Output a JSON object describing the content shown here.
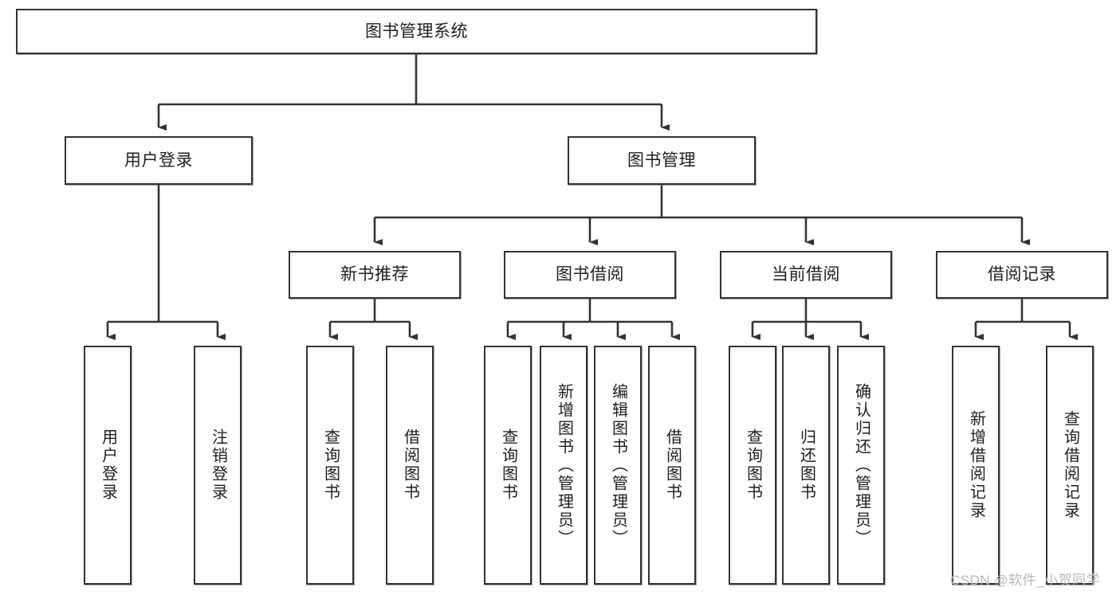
{
  "diagram": {
    "type": "tree-hierarchy-flowchart",
    "title": "图书管理系统",
    "orientation": "top-down",
    "colors": {
      "box_border": "#333333",
      "box_fill": "#ffffff",
      "connector": "#333333",
      "text": "#1f1f1f",
      "watermark": "#b9b9b9"
    },
    "root": {
      "label": "图书管理系统",
      "orientation": "horizontal"
    },
    "level2": [
      {
        "label": "用户登录",
        "orientation": "horizontal"
      },
      {
        "label": "图书管理",
        "orientation": "horizontal"
      }
    ],
    "level3": [
      {
        "label": "新书推荐",
        "orientation": "horizontal"
      },
      {
        "label": "图书借阅",
        "orientation": "horizontal"
      },
      {
        "label": "当前借阅",
        "orientation": "horizontal"
      },
      {
        "label": "借阅记录",
        "orientation": "horizontal"
      }
    ],
    "leaves": {
      "user_login": [
        {
          "label": "用户登录",
          "orientation": "vertical"
        },
        {
          "label": "注销登录",
          "orientation": "vertical"
        }
      ],
      "new_book_recommend": [
        {
          "label": "查询图书",
          "orientation": "vertical"
        },
        {
          "label": "借阅图书",
          "orientation": "vertical"
        }
      ],
      "book_borrow": [
        {
          "label": "查询图书",
          "orientation": "vertical"
        },
        {
          "label": "新增图书（管理员）",
          "orientation": "vertical"
        },
        {
          "label": "编辑图书（管理员）",
          "orientation": "vertical"
        },
        {
          "label": "借阅图书",
          "orientation": "vertical"
        }
      ],
      "current_borrow": [
        {
          "label": "查询图书",
          "orientation": "vertical"
        },
        {
          "label": "归还图书",
          "orientation": "vertical"
        },
        {
          "label": "确认归还（管理员）",
          "orientation": "vertical"
        }
      ],
      "borrow_record": [
        {
          "label": "新增借阅记录",
          "orientation": "vertical"
        },
        {
          "label": "查询借阅记录",
          "orientation": "vertical"
        }
      ]
    }
  },
  "watermark": {
    "text": "CSDN @软件_小贺同学"
  }
}
